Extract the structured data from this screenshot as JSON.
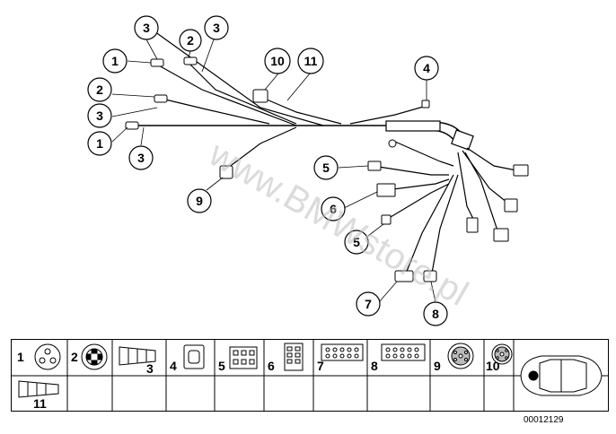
{
  "diagram": {
    "callouts": [
      {
        "id": "c-3a",
        "label": "3"
      },
      {
        "id": "c-2a",
        "label": "2"
      },
      {
        "id": "c-3b",
        "label": "3"
      },
      {
        "id": "c-1a",
        "label": "1"
      },
      {
        "id": "c-10",
        "label": "10"
      },
      {
        "id": "c-11",
        "label": "11"
      },
      {
        "id": "c-4",
        "label": "4"
      },
      {
        "id": "c-2b",
        "label": "2"
      },
      {
        "id": "c-3c",
        "label": "3"
      },
      {
        "id": "c-1b",
        "label": "1"
      },
      {
        "id": "c-3d",
        "label": "3"
      },
      {
        "id": "c-5a",
        "label": "5"
      },
      {
        "id": "c-9",
        "label": "9"
      },
      {
        "id": "c-6",
        "label": "6"
      },
      {
        "id": "c-5b",
        "label": "5"
      },
      {
        "id": "c-7",
        "label": "7"
      },
      {
        "id": "c-8",
        "label": "8"
      }
    ],
    "watermark": "www.BMWstore.pl"
  },
  "legend": {
    "cells": [
      {
        "num": "1",
        "icon": "round-connector-3pin-icon"
      },
      {
        "num": "2",
        "icon": "round-connector-4pin-icon"
      },
      {
        "num": "3",
        "icon": "boot-plug-icon"
      },
      {
        "num": "4",
        "icon": "square-socket-icon"
      },
      {
        "num": "5",
        "icon": "block-connector-6pin-icon"
      },
      {
        "num": "6",
        "icon": "block-connector-8pin-icon"
      },
      {
        "num": "7",
        "icon": "rect-connector-multi-icon"
      },
      {
        "num": "8",
        "icon": "rect-connector-multi-icon"
      },
      {
        "num": "9",
        "icon": "circular-multipin-icon"
      },
      {
        "num": "10",
        "icon": "circular-multipin-icon"
      },
      {
        "num": "11",
        "icon": "boot-plug-icon"
      }
    ],
    "car_icon": "car-top-view-icon"
  },
  "reference_code": "00012129"
}
